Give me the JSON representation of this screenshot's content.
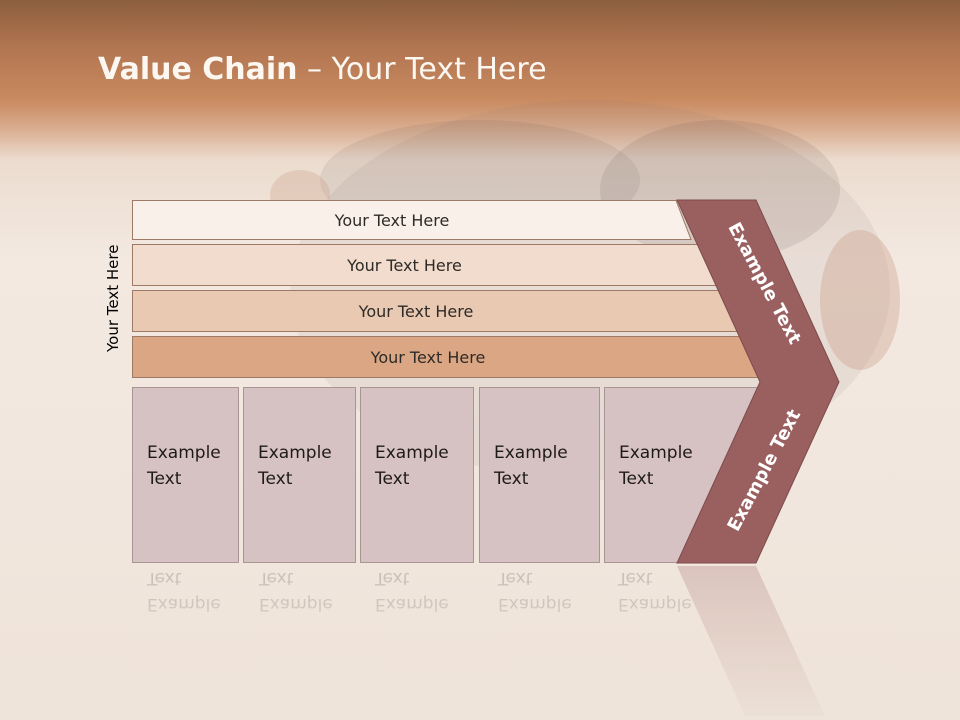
{
  "title": {
    "bold": "Value Chain",
    "rest": " – Your Text Here"
  },
  "side_label": "Your Text Here",
  "bars": [
    {
      "label": "Your Text Here"
    },
    {
      "label": "Your Text Here"
    },
    {
      "label": "Your Text Here"
    },
    {
      "label": "Your Text Here"
    }
  ],
  "boxes": [
    {
      "line1": "Example",
      "line2": "Text"
    },
    {
      "line1": "Example",
      "line2": "Text"
    },
    {
      "line1": "Example",
      "line2": "Text"
    },
    {
      "line1": "Example",
      "line2": "Text"
    },
    {
      "line1": "Example",
      "line2": "Text"
    }
  ],
  "chevron": {
    "upper": "Example Text",
    "lower": "Example Text"
  },
  "colors": {
    "header": "#c98a60",
    "bar1": "#faf0ea",
    "bar2": "#f1dccd",
    "bar3": "#e9c9b2",
    "bar4": "#dba683",
    "box": "#d6c2c2",
    "chevron": "#9a6060"
  }
}
